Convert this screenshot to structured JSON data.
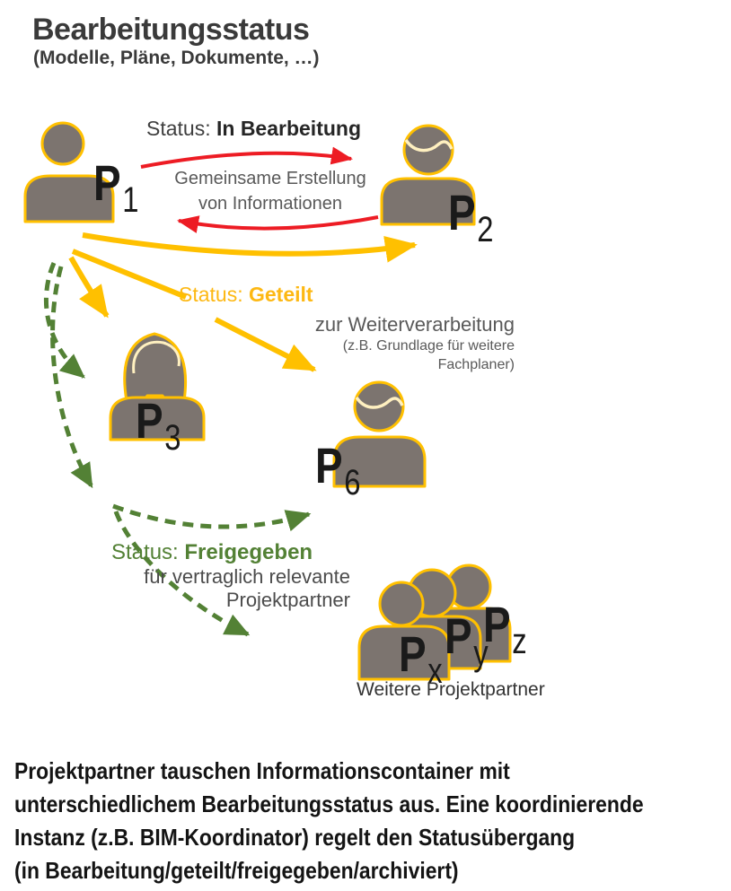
{
  "header": {
    "title": "Bearbeitungsstatus",
    "subtitle": "(Modelle, Pläne, Dokumente, …)"
  },
  "colors": {
    "red": "#ed1c24",
    "gold": "#ffc000",
    "green": "#538135",
    "person_fill": "#7c746f",
    "person_stroke": "#ffc000",
    "text_dark": "#3a3a3a",
    "text_gray": "#595959"
  },
  "statuses": {
    "in_bearbeitung": {
      "prefix": "Status: ",
      "name": "In Bearbeitung",
      "note_line1": "Gemeinsame Erstellung",
      "note_line2": "von Informationen"
    },
    "geteilt": {
      "prefix": "Status: ",
      "name": "Geteilt",
      "note_line1": "zur Weiterverarbeitung",
      "note_line2": "(z.B. Grundlage für weitere",
      "note_line3": "Fachplaner)"
    },
    "freigegeben": {
      "prefix": "Status: ",
      "name": "Freigegeben",
      "note_line1": "für vertraglich relevante",
      "note_line2": "Projektpartner"
    }
  },
  "partners": {
    "p1": {
      "base": "P",
      "sub": "1"
    },
    "p2": {
      "base": "P",
      "sub": "2"
    },
    "p3": {
      "base": "P",
      "sub": "3"
    },
    "p6": {
      "base": "P",
      "sub": "6"
    },
    "px": {
      "base": "P",
      "sub": "x"
    },
    "py": {
      "base": "P",
      "sub": "y"
    },
    "pz": {
      "base": "P",
      "sub": "z"
    }
  },
  "group_caption": "Weitere Projektpartner",
  "footer": {
    "lines": [
      "Projektpartner tauschen Informationscontainer mit",
      "unterschiedlichem Bearbeitungsstatus aus. Eine koordinierende",
      "Instanz (z.B. BIM-Koordinator) regelt den Statusübergang",
      "(in Bearbeitung/geteilt/freigegeben/archiviert)"
    ]
  }
}
